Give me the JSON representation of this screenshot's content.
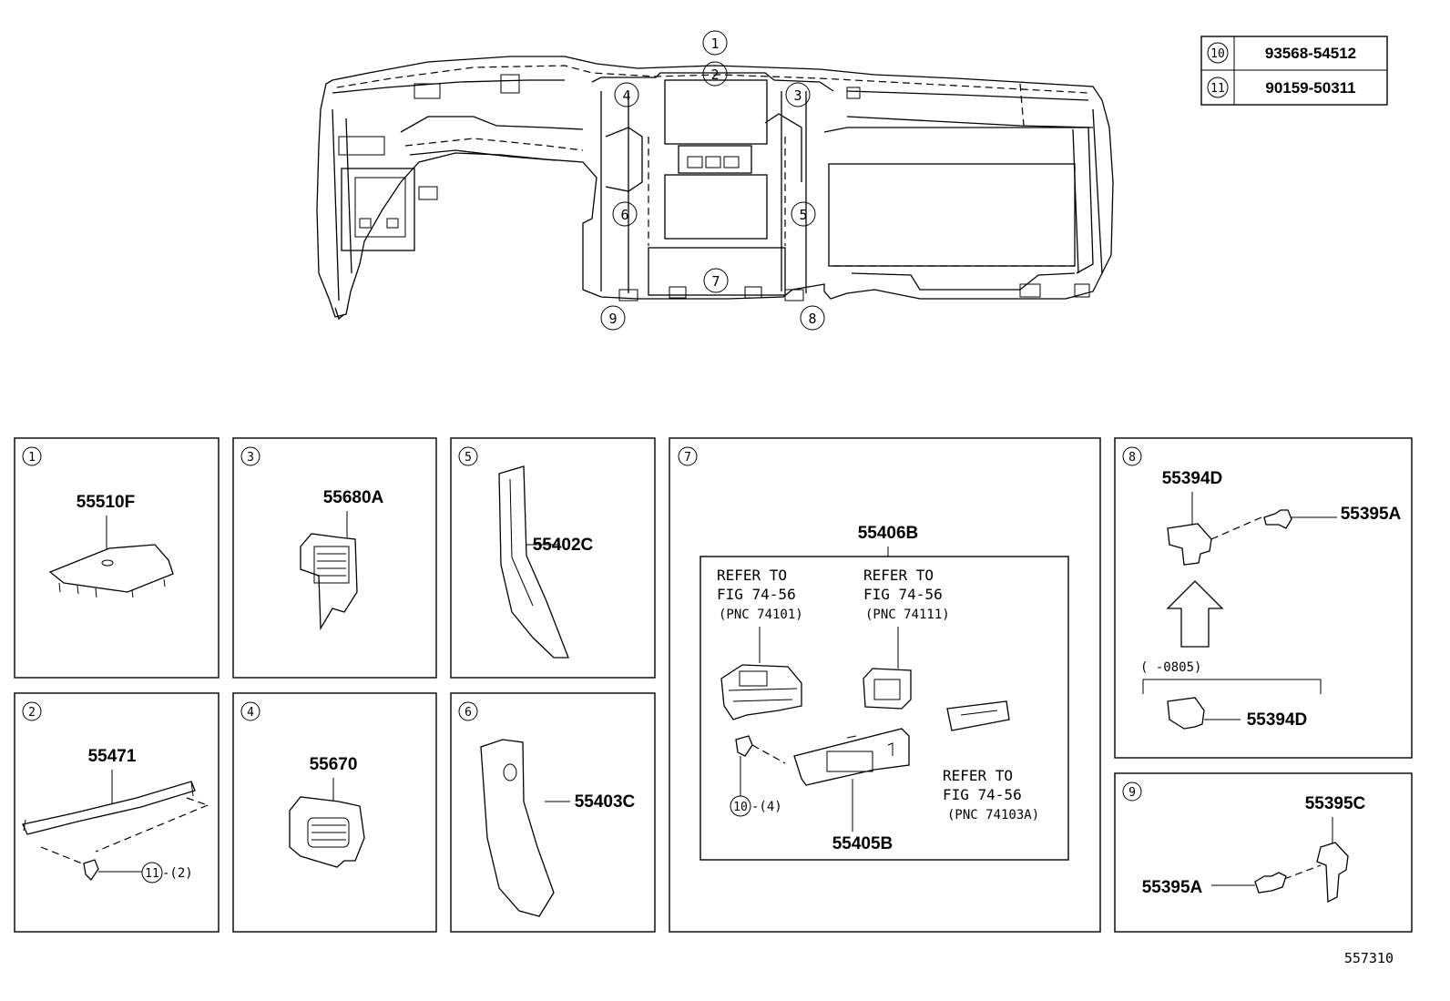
{
  "legend": [
    {
      "num": "10",
      "part": "93568-54512"
    },
    {
      "num": "11",
      "part": "90159-50311"
    }
  ],
  "overview_callouts": [
    "1",
    "2",
    "3",
    "4",
    "5",
    "6",
    "7",
    "8",
    "9"
  ],
  "panels": {
    "p1": {
      "num": "1",
      "part": "55510F"
    },
    "p2": {
      "num": "2",
      "part": "55471",
      "fastener": "11",
      "qty": "-(2)"
    },
    "p3": {
      "num": "3",
      "part": "55680A"
    },
    "p4": {
      "num": "4",
      "part": "55670"
    },
    "p5": {
      "num": "5",
      "part": "55402C"
    },
    "p6": {
      "num": "6",
      "part": "55403C"
    },
    "p7": {
      "num": "7",
      "assembly": "55406B",
      "sub_part": "55405B",
      "fastener": "10",
      "qty": "-(4)",
      "ref_a": {
        "l1": "REFER TO",
        "l2": "FIG 74-56",
        "l3": "(PNC 74101)"
      },
      "ref_b": {
        "l1": "REFER TO",
        "l2": "FIG 74-56",
        "l3": "(PNC 74111)"
      },
      "ref_c": {
        "l1": "REFER TO",
        "l2": "FIG 74-56",
        "l3": "(PNC 74103A)"
      }
    },
    "p8": {
      "num": "8",
      "part_top": "55394D",
      "screw": "55395A",
      "range": "(      -0805)",
      "part_bottom": "55394D"
    },
    "p9": {
      "num": "9",
      "part": "55395C",
      "screw": "55395A"
    }
  },
  "figure_id": "557310"
}
